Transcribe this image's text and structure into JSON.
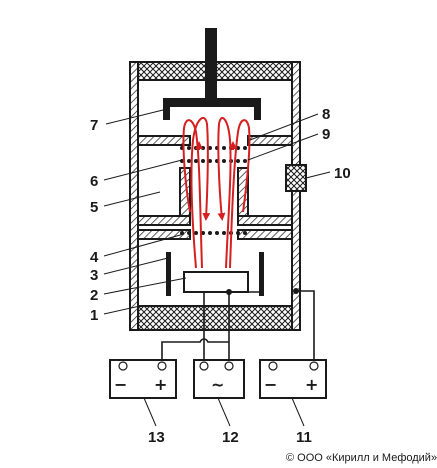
{
  "labels": {
    "l1": "1",
    "l2": "2",
    "l3": "3",
    "l4": "4",
    "l5": "5",
    "l6": "6",
    "l7": "7",
    "l8": "8",
    "l9": "9",
    "l10": "10",
    "l11": "11",
    "l12": "12",
    "l13": "13"
  },
  "supplies": {
    "dc_left": {
      "minus": "−",
      "plus": "+"
    },
    "ac": {
      "symbol": "~"
    },
    "dc_right": {
      "minus": "−",
      "plus": "+"
    }
  },
  "copyright": "© ООО «Кирилл и Мефодий»",
  "colors": {
    "beam": "#d42020",
    "ink": "#1a1a1a"
  }
}
